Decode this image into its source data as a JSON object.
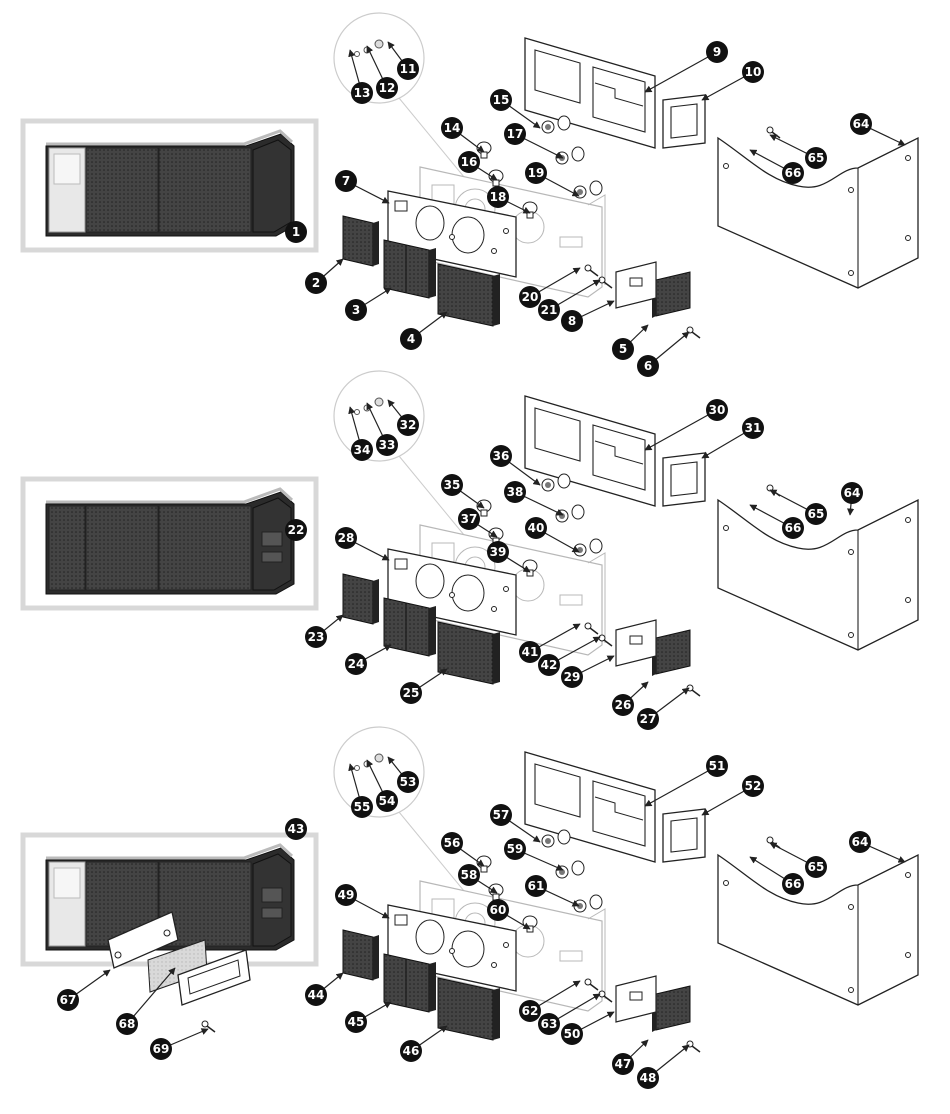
{
  "diagram": {
    "type": "exploded-parts-diagram",
    "assemblies": [
      {
        "name": "tail-lamp-assembly-1",
        "main_label": "1"
      },
      {
        "name": "tail-lamp-assembly-2",
        "main_label": "22"
      },
      {
        "name": "tail-lamp-assembly-3",
        "main_label": "43"
      }
    ],
    "callout_labels": [
      "1",
      "2",
      "3",
      "4",
      "5",
      "6",
      "7",
      "8",
      "9",
      "10",
      "11",
      "12",
      "13",
      "14",
      "15",
      "16",
      "17",
      "18",
      "19",
      "20",
      "21",
      "22",
      "23",
      "24",
      "25",
      "26",
      "27",
      "28",
      "29",
      "30",
      "31",
      "32",
      "33",
      "34",
      "35",
      "36",
      "37",
      "38",
      "39",
      "40",
      "41",
      "42",
      "43",
      "44",
      "45",
      "46",
      "47",
      "48",
      "49",
      "50",
      "51",
      "52",
      "53",
      "54",
      "55",
      "56",
      "57",
      "58",
      "59",
      "60",
      "61",
      "62",
      "63",
      "64",
      "65",
      "66",
      "67",
      "68",
      "69"
    ],
    "colors": {
      "callout_fill": "#111111",
      "callout_text": "#ffffff",
      "frame": "#d8d8d8",
      "line": "#222222",
      "faint_line": "#b8b8b8",
      "lens_dark": "#3a3a3a"
    }
  }
}
